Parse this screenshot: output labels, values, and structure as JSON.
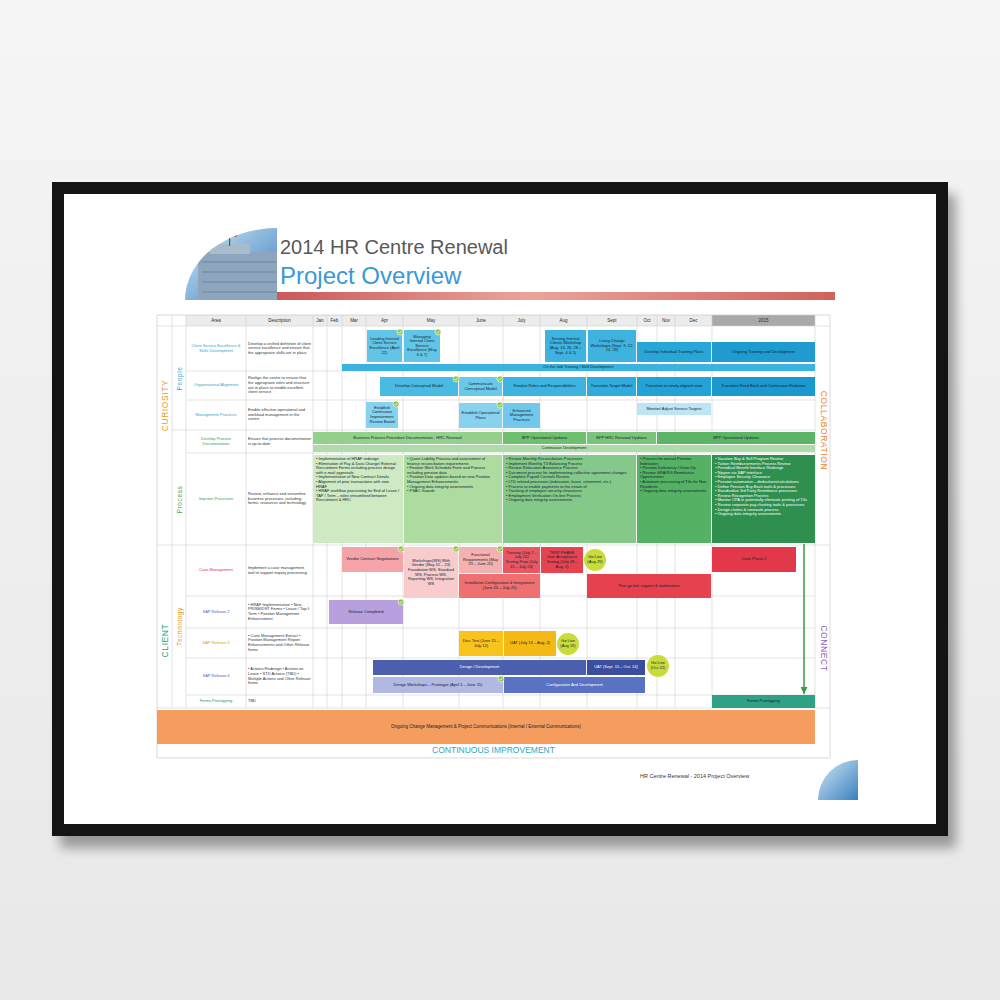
{
  "diagram": {
    "title": "2014 HR Centre Renewal",
    "caption": "HR Centre Renewal - 2014 Project Overview",
    "nodes": [
      {
        "text": [
          "Leading Internal Client Service Excellence (April 22)"
        ]
      },
      {
        "text": [
          "Managing Internal Client Service Excellence (May 6 & 7)"
        ]
      },
      {
        "text": [
          "Serving Internal Clients Workshop (Aug. 14, 26, 28 + Sept. 4 & 5)"
        ]
      },
      {
        "text": [
          "Living Change Workshops (Sept. 9, 12, 14, 28)"
        ]
      },
      {
        "text": [
          "Develop Individual Training Plans"
        ]
      },
      {
        "text": [
          "Ongoing Training and Development"
        ]
      },
      {
        "text": [
          "On the Job Training / Skill Development"
        ]
      },
      {
        "text": [
          "Develop Conceptual Model"
        ]
      },
      {
        "text": [
          "Communicate Conceptual Model"
        ]
      },
      {
        "text": [
          "Finalize Roles and Responsibilities"
        ]
      },
      {
        "text": [
          "Transition Target Model"
        ]
      },
      {
        "text": [
          "Transition to newly aligned state"
        ]
      },
      {
        "text": [
          "Transition Feed Back and Continuous Evolution"
        ]
      },
      {
        "text": [
          "Establish Continuous Improvement Review Board"
        ]
      },
      {
        "text": [
          "Establish Operational Plans"
        ]
      },
      {
        "text": [
          "Enhanced Management Practices"
        ]
      },
      {
        "text": [
          "Monitor/ Adjust Service Targets"
        ]
      },
      {
        "text": [
          "Business Process Procedure Documentation - HRC Renewal"
        ]
      },
      {
        "text": [
          "BPP Operational Updates"
        ]
      },
      {
        "text": [
          "BPP HRC Renewal Updates"
        ]
      },
      {
        "text": [
          "BPP Operational Updates"
        ]
      },
      {
        "text": [
          "Continuous Development"
        ]
      },
      {
        "text": [
          "• Implementation of HRAF redesign",
          "• Elimination of Pay & Data Change/ External Recruitment Forms including process design with e-mail approvals",
          "• Implementation of New Contract Details",
          "• Alignment of prior transactions with new HRAF",
          "• HRAF workflow processing for End of Leave / TAP / Term – roles streamlined between Recruitment & HRC"
        ]
      },
      {
        "text": [
          "• Quote Liability Process and assessment of finance reconciliation requirements",
          "• Finalize Work Schedule Form and Process including pension data",
          "• Position Data updates based on new Position Management Enhancements",
          "• Ongoing data integrity assessments",
          "• PSAC Guards"
        ]
      },
      {
        "text": [
          "• Review Monthly Reconciliation Processes",
          "• Implement Monthly T4 Balancing Process",
          "• Review Relocation Assistance Process",
          "• Document process for implementing collective agreement changes",
          "• Complete Payroll Controls Review",
          "• LTD related processes (indexation, leave, retirement, etc.)",
          "• Process to enable payments to the estate of",
          "• Tracking of employee security clearances",
          "• Employment Verification On-line Process",
          "• Ongoing data integrity assessments"
        ]
      },
      {
        "text": [
          "• Process for annual Pension Indexation",
          "• Pension Deficiency / Grow Up",
          "• Review GRA/RG Remittance Opportunities",
          "• Automate processing of T4s for Non Residents",
          "• Ongoing data integrity assessments"
        ]
      },
      {
        "text": [
          "• Vacation Buy & Sell Program Review",
          "• Tuition Reimbursements Process Review",
          "• Periodical Benefit Interface Redesign",
          "• Nippon via SAP interface",
          "• Employee Security Clearance",
          "• Pension automation – deductions/calculations",
          "• Define Pension Buy Back tools & processes",
          "• Standardize 3rd Party Remittance processes",
          "• Review Recognition Process",
          "• Monitor CPA re potentially eliminate printing of T4s",
          "• Review corporate pay charting tools & processes",
          "• Design claims & renewals process",
          "• Ongoing data integrity assessments"
        ]
      },
      {
        "text": [
          "Vendor Contract Negotiations"
        ]
      },
      {
        "text": [
          "Workshops(WS) With Vendor (May 15 – 23)",
          "Foundation WS, Standard WS, Process WS, Reporting WS, Integration WS"
        ]
      },
      {
        "text": [
          "Functional Requirements (May 23 – June 20)"
        ]
      },
      {
        "text": [
          "Installation Configuration & Integrations (June 20 – July 25)"
        ]
      },
      {
        "text": [
          "Training (July 7 – July 25)",
          "Testing Prep (July 15 – July 24)"
        ]
      },
      {
        "text": [
          "TEST PHASE",
          "User Acceptance Testing (July 28 – Aug. 2)"
        ]
      },
      {
        "text": [
          "Go Live (Aug 29)"
        ]
      },
      {
        "text": [
          "Post go-live support & stabilization"
        ]
      },
      {
        "text": [
          "Case Phase 2"
        ]
      },
      {
        "text": [
          "Release Completed"
        ]
      },
      {
        "text": [
          "Dev. Test (June 15 – July 12)"
        ]
      },
      {
        "text": [
          "UAT (July 13 – Aug. 2)"
        ]
      },
      {
        "text": [
          "Go Live (Aug 19)"
        ]
      },
      {
        "text": [
          "Design / Development"
        ]
      },
      {
        "text": [
          "UAT (Sept. 15 – Oct. 14)"
        ]
      },
      {
        "text": [
          "Go Live (Oct 22)"
        ]
      },
      {
        "text": [
          "Design Workshops – Prototype (April 1 – June 15)"
        ]
      },
      {
        "text": [
          "Configuration And Development"
        ]
      },
      {
        "text": [
          "Forms Prototyping"
        ]
      },
      {
        "text": [
          "Ongoing Change Management & Project Communications (Internal / External Communications)"
        ]
      }
    ],
    "edges": [
      {
        "from": 26,
        "to": 45,
        "arrow": "to"
      }
    ],
    "labels": [
      "Project Overview",
      "Area",
      "Description",
      "Jan",
      "Feb",
      "Mar",
      "Apr",
      "May",
      "June",
      "July",
      "Aug",
      "Sept",
      "Oct",
      "Nov",
      "Dec",
      "2015",
      "CURIOSITY",
      "CLIENT",
      "COLLABORATION",
      "CONNECT",
      "CONTINUOUS IMPROVEMENT",
      "People",
      "Process",
      "Technology",
      "Client Service Excellence & Skills Development",
      "Develop a unified definition of client service excellence and ensure that the appropriate skills are in place",
      "Organizational Alignment",
      "Realign the centre to ensure that the appropriate roles and structure are in place to enable excellent client service",
      "Management Practices",
      "Enable effective operational and workload management in the centre",
      "Develop Process Documentation",
      "Ensure that process documentation is up-to-date",
      "Improve Processes",
      "Review, enhance and streamline business processes, including forms, resources and technology",
      "Case Management",
      "Implement a case management tool to support inquiry processing",
      "SAP Release 2",
      "• HRAF Implementation • New PRISM/DST Forms • Leave / Top-f Term • Position Management Enhancement",
      "SAP Release 3",
      "• Case Management Extract • Position Management Report Enhancements and Other Release Items",
      "SAP Release 4",
      "• Actions Redesign • Actions on Leave • STD Actions (TBD) • Multiple Actions and Other Release Items",
      "Forms Prototyping",
      "TBD"
    ]
  }
}
